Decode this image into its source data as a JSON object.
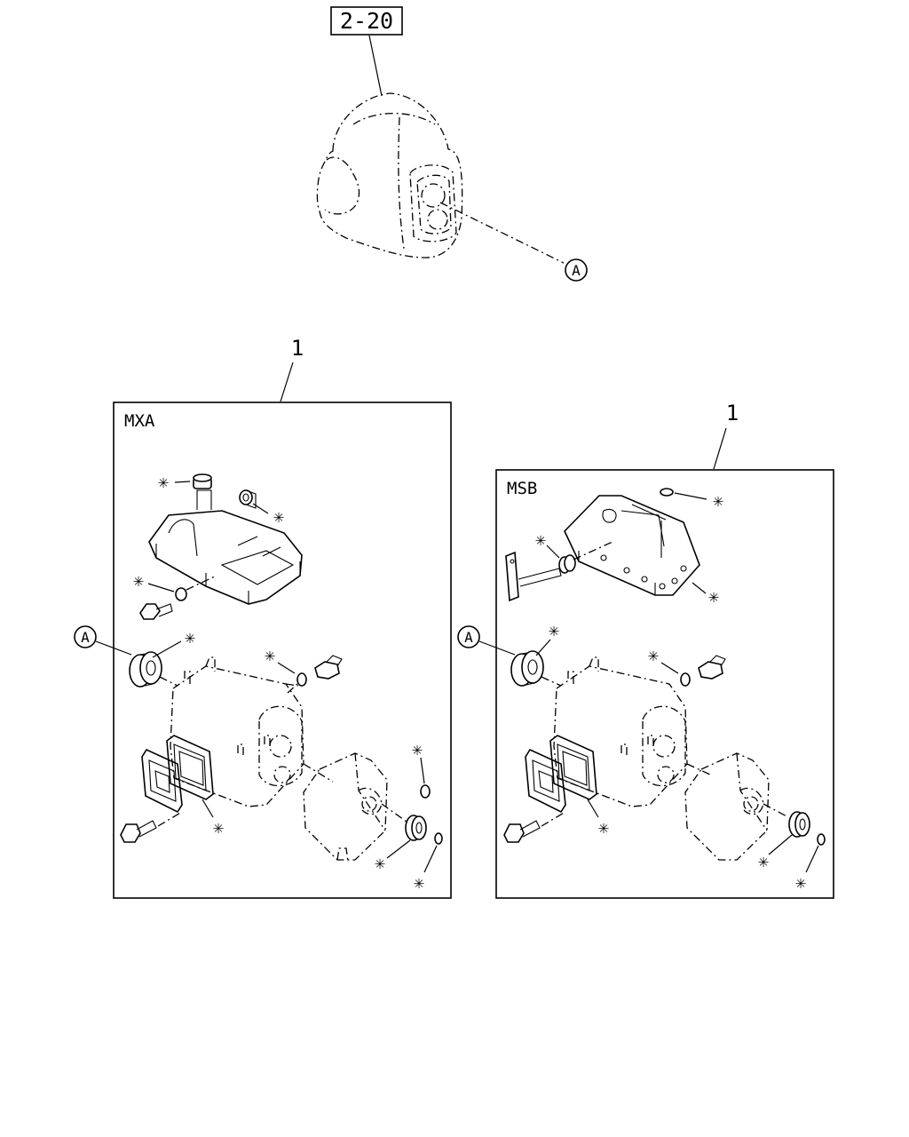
{
  "reference": {
    "label": "2-20"
  },
  "callouts": {
    "view_marker": "A",
    "part_number": "1",
    "new_part_mark": "✳"
  },
  "panels": {
    "mxa": {
      "title": "MXA"
    },
    "msb": {
      "title": "MSB"
    }
  },
  "colors": {
    "line": "#000000",
    "background": "#ffffff"
  }
}
